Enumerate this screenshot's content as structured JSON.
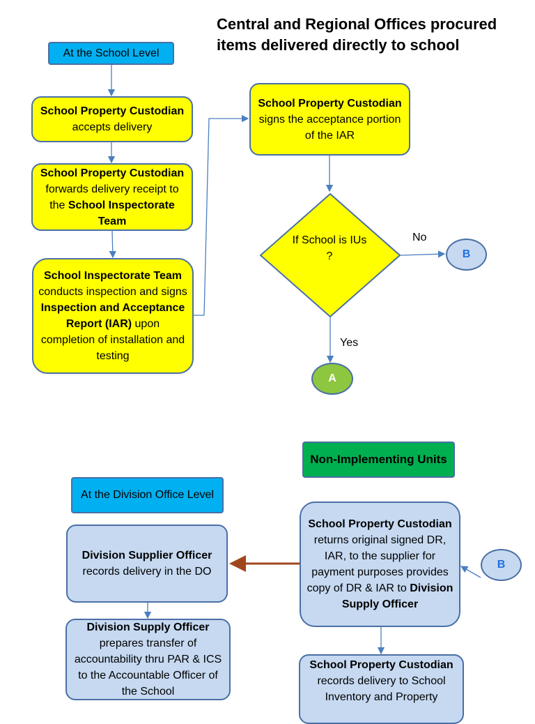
{
  "title": "Central and Regional Offices procured items delivered directly to school",
  "school_level": {
    "header": "At the School Level",
    "step1": {
      "bold": "School Property Custodian",
      "rest": " accepts delivery"
    },
    "step2": {
      "bold1": "School Property Custodian",
      "mid": " forwards delivery receipt to the ",
      "bold2": "School Inspectorate Team"
    },
    "step3": {
      "bold1": "School Inspectorate Team",
      "mid": " conducts inspection and signs ",
      "bold2": "Inspection and Acceptance Report (IAR)",
      "rest": " upon completion of installation and testing"
    },
    "step4": {
      "bold": "School Property Custodian",
      "rest": " signs the acceptance portion of the IAR"
    },
    "decision": "If School is IUs ?",
    "no_label": "No",
    "yes_label": "Yes",
    "connector_b": "B",
    "connector_a": "A"
  },
  "division_level": {
    "header": "At the Division Office Level",
    "step1": {
      "bold": "Division Supplier Officer",
      "rest": " records delivery in the DO"
    },
    "step2": {
      "bold": "Division Supply Officer",
      "rest": " prepares transfer of accountability thru PAR & ICS to the Accountable Officer of the School"
    }
  },
  "non_implementing": {
    "header": "Non-Implementing Units",
    "step1": {
      "bold1": "School Property Custodian",
      "mid": " returns original signed DR, IAR, to the supplier for payment purposes provides copy of DR & IAR to ",
      "bold2": "Division Supply Officer"
    },
    "step2": {
      "bold": "School Property Custodian",
      "rest": "  records delivery to School Inventory and Property"
    },
    "connector_b": "B"
  },
  "colors": {
    "yellow": "#ffff00",
    "cyan": "#00b0f0",
    "green_header": "#00b050",
    "light_blue": "#c6d9f1",
    "connector_a": "#8dc63f",
    "arrow_blue": "#4a7fc0",
    "arrow_brown": "#a0461e"
  }
}
